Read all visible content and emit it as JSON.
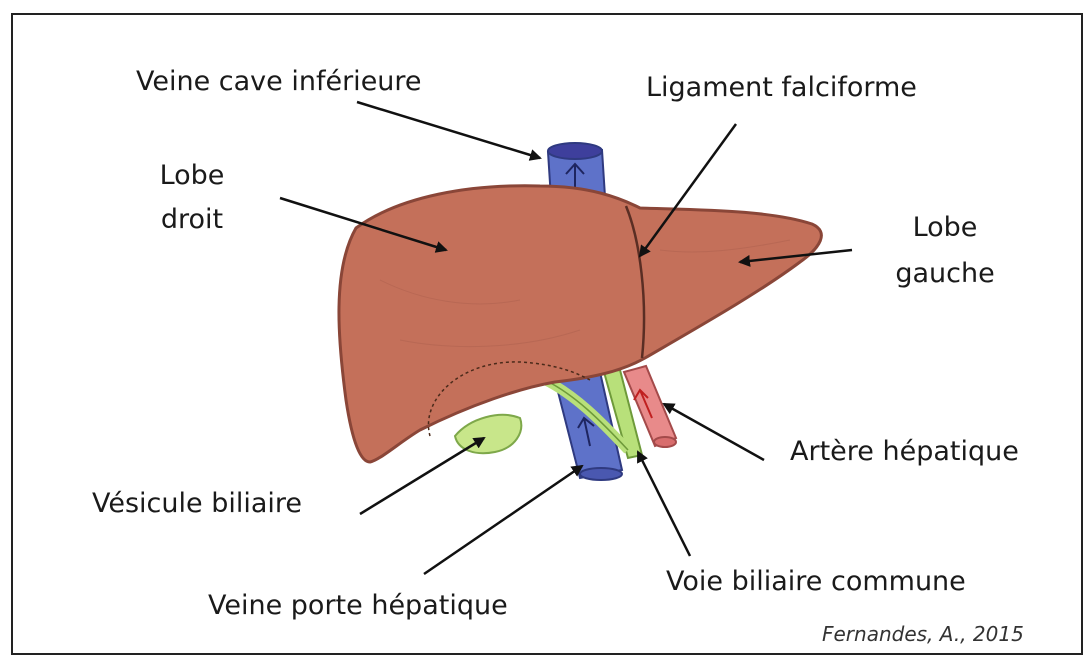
{
  "labels": {
    "veine_cave": "Veine cave inférieure",
    "ligament": "Ligament falciforme",
    "lobe_droit_1": "Lobe",
    "lobe_droit_2": "droit",
    "lobe_gauche_1": "Lobe",
    "lobe_gauche_2": "gauche",
    "artere": "Artère hépatique",
    "vesicule": "Vésicule biliaire",
    "voie_biliaire": "Voie biliaire commune",
    "veine_porte": "Veine porte hépatique"
  },
  "credit": "Fernandes, A., 2015",
  "colors": {
    "liver": "#c4705a",
    "liver_outline": "#8a4638",
    "vein": "#5e72c9",
    "vein_top": "#3e3f9c",
    "artery": "#e88a8a",
    "bile": "#b8e07a",
    "gallbladder": "#c8e68a"
  },
  "icons": {
    "blood_flow_arrow": "up-arrow-icon"
  }
}
